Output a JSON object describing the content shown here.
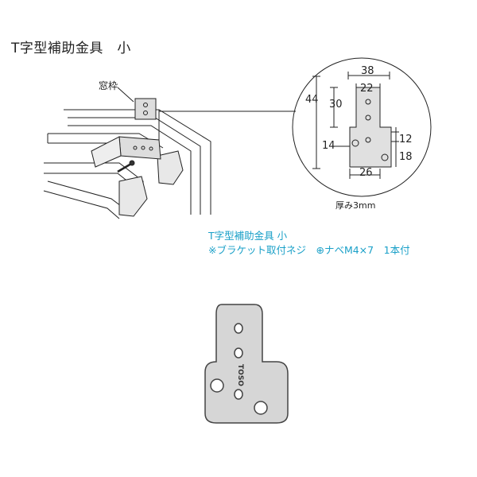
{
  "title": "T字型補助金具　小",
  "installation": {
    "label_window_frame": "窓枠"
  },
  "dimensions": {
    "width_total": "38",
    "width_top": "22",
    "height_total": "44",
    "height_upper": "30",
    "offset_left": "14",
    "offset_right": "12",
    "height_lower": "18",
    "width_bottom": "26",
    "thickness": "厚み3mm"
  },
  "caption": {
    "line1": "T字型補助金具 小",
    "line2": "※ブラケット取付ネジ　⊕ナベM4×7　1本付"
  },
  "product_photo": {
    "engraving": "TOSO"
  },
  "colors": {
    "caption": "#1aa0c8",
    "line": "#222222",
    "metal": "#d9d9d9"
  }
}
